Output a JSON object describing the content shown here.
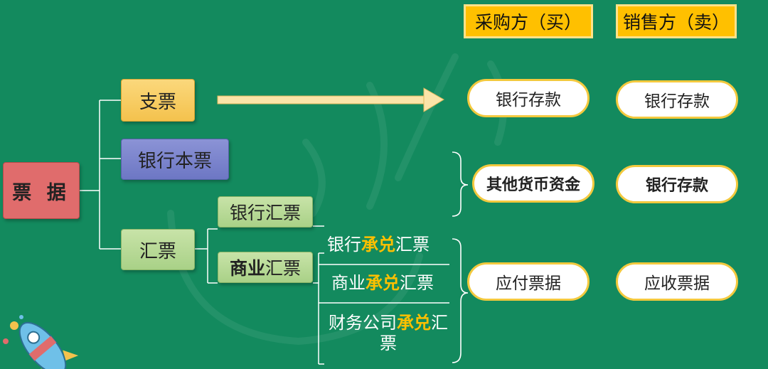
{
  "columns": {
    "buyer": "采购方（买）",
    "seller": "销售方（卖）"
  },
  "tree": {
    "root": "票 据",
    "check": "支票",
    "cashier_check": "银行本票",
    "draft": "汇票",
    "bank_draft": "银行汇票",
    "commercial_draft": {
      "bold": "商业",
      "rest": "汇票"
    },
    "acceptance": {
      "bank": {
        "pre": "银行",
        "hl": "承兑",
        "post": "汇票"
      },
      "commercial": {
        "pre": "商业",
        "hl": "承兑",
        "post": "汇票"
      },
      "finance": {
        "pre": "财务公司",
        "hl": "承兑",
        "post": "汇票"
      }
    }
  },
  "accounts": {
    "row1": {
      "buyer": "银行存款",
      "seller": "银行存款"
    },
    "row2": {
      "buyer": "其他货币资金",
      "seller": "银行存款"
    },
    "row3": {
      "buyer": "应付票据",
      "seller": "应收票据"
    }
  },
  "colors": {
    "background": "#138a5e",
    "header": "#ffc000",
    "highlight": "#ffc000",
    "root": "#e06c6c",
    "check": "#f4c24d",
    "cashier_check": "#6d77c4",
    "draft": "#a9d187"
  },
  "icons": {
    "rocket": "rocket-icon",
    "watermark": "watermark-seal"
  }
}
